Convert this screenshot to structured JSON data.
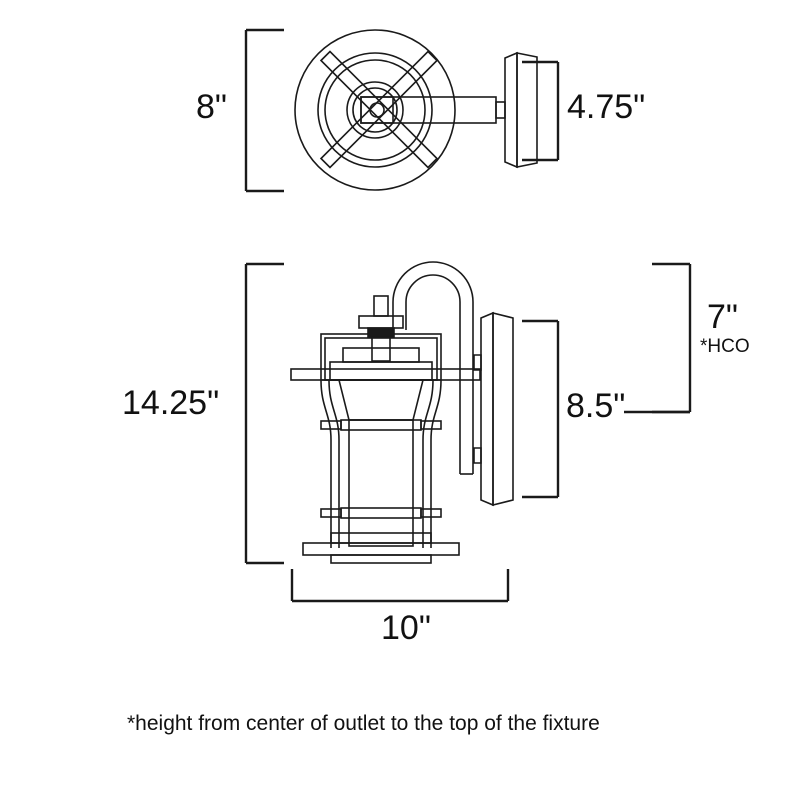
{
  "drawing": {
    "type": "dimension-drawing",
    "subject": "outdoor wall lantern fixture",
    "views": [
      {
        "name": "front-view",
        "position": "top"
      },
      {
        "name": "side-view",
        "position": "bottom"
      }
    ]
  },
  "dimensions": {
    "height_front": "8\"",
    "depth_front": "4.75\"",
    "height_side": "14.25\"",
    "outlet_to_bottom": "8.5\"",
    "outlet_to_top": "7\"",
    "outlet_to_top_note": "*HCO",
    "width_side": "10\""
  },
  "footnote": {
    "text": "*height from center of outlet to the top of the fixture"
  },
  "colors": {
    "line": "#1a1a1a",
    "background": "#ffffff",
    "text": "#111111"
  }
}
